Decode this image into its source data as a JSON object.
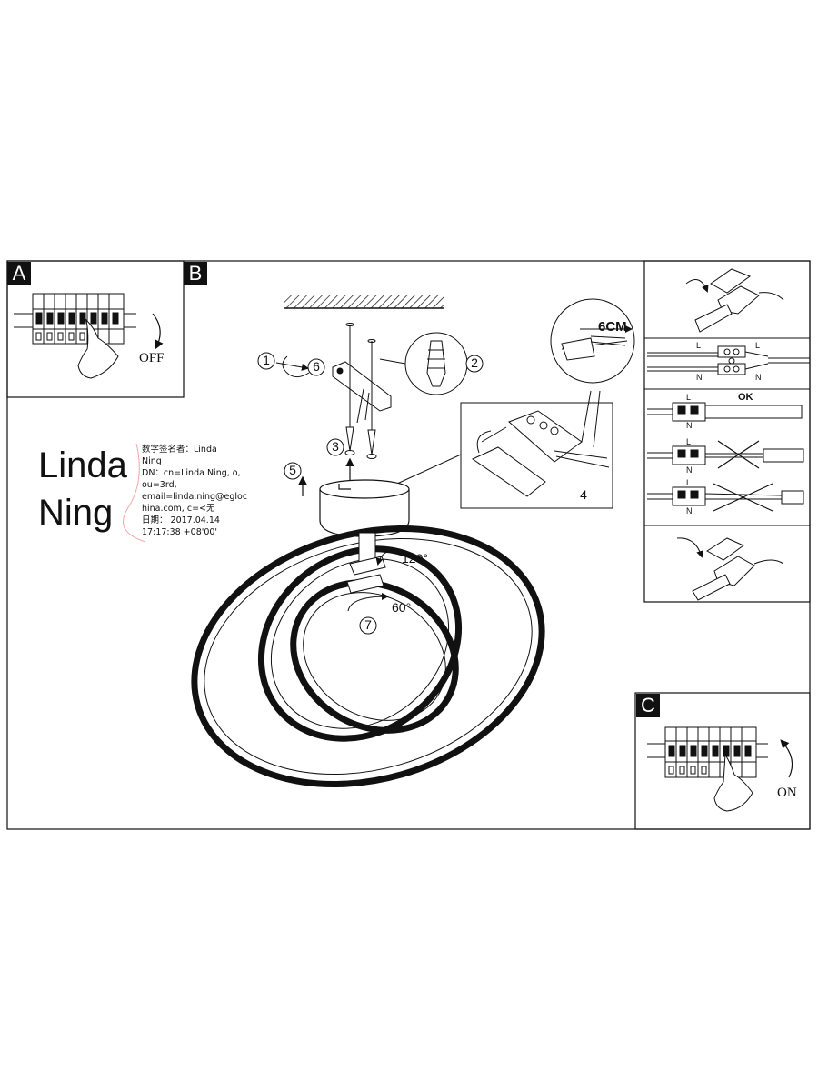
{
  "panels": {
    "a": {
      "tag": "A",
      "action": "OFF"
    },
    "b": {
      "tag": "B"
    },
    "c": {
      "tag": "C",
      "action": "ON"
    }
  },
  "steps": {
    "s1": "1",
    "s2": "2",
    "s3": "3",
    "s4": "4",
    "s5": "5",
    "s6": "6",
    "s7": "7"
  },
  "angles": {
    "upper": "120°",
    "lower": "60°"
  },
  "strip_length": "6CM",
  "wiring": {
    "live": "L",
    "neutral": "N",
    "ok": "OK"
  },
  "signature": {
    "first": "Linda",
    "last": "Ning",
    "line1": "数字签名者：Linda",
    "line2": "Ning",
    "line3": "DN：cn=Linda Ning, o,",
    "line4": "ou=3rd,",
    "line5": "email=linda.ning@egloc",
    "line6": "hina.com, c=<无",
    "line7": "日期： 2017.04.14",
    "line8": "17:17:38 +08'00'"
  },
  "colors": {
    "ink": "#111111",
    "signature_accent": "#f0a8a8"
  }
}
